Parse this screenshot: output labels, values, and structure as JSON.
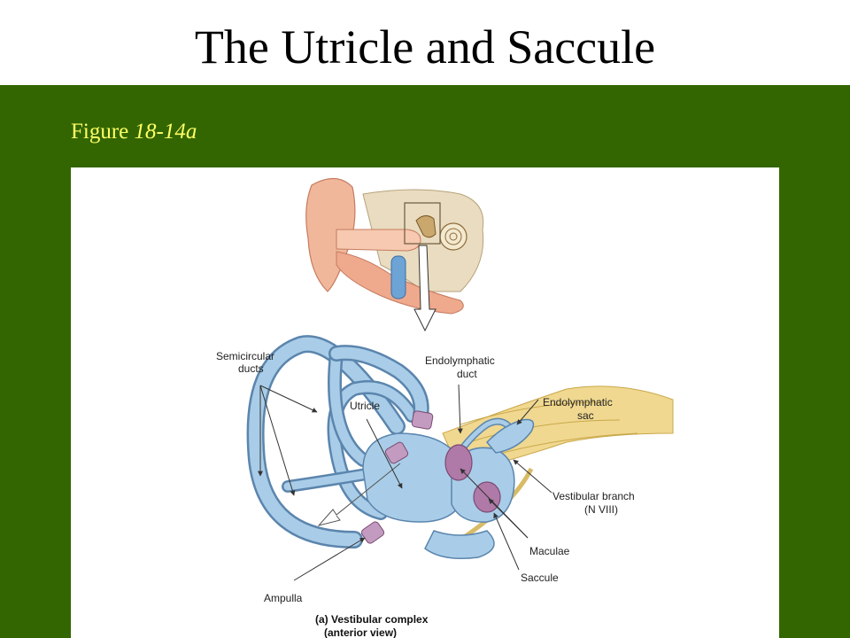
{
  "slide": {
    "title": "The Utricle and Saccule",
    "caption_prefix": "Figure",
    "caption_number": "18-14a"
  },
  "figure": {
    "labels": {
      "semicircular_ducts_1": "Semicircular",
      "semicircular_ducts_2": "ducts",
      "utricle": "Utricle",
      "endolymphatic_duct_1": "Endolymphatic",
      "endolymphatic_duct_2": "duct",
      "endolymphatic_sac_1": "Endolymphatic",
      "endolymphatic_sac_2": "sac",
      "vestibular_branch_1": "Vestibular branch",
      "vestibular_branch_2": "(N VIII)",
      "maculae": "Maculae",
      "saccule": "Saccule",
      "ampulla": "Ampulla",
      "caption_1": "(a) Vestibular complex",
      "caption_2": "(anterior view)"
    },
    "colors": {
      "duct_fill": "#a9cde8",
      "duct_stroke": "#5b85ad",
      "nerve": "#f0d890",
      "macula": "#b07aa8",
      "tissue": "#f1b79a",
      "bone": "#e9dcc0"
    }
  }
}
